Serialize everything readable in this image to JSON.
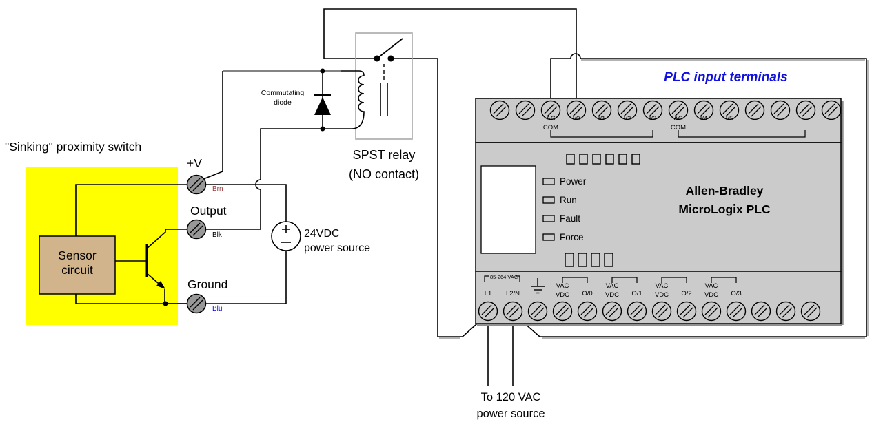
{
  "title": {
    "plc_input": "PLC input terminals"
  },
  "prox_switch": {
    "label": "\"Sinking\" proximity switch",
    "sensor": "Sensor\ncircuit",
    "terminals": [
      {
        "name": "+V",
        "wire": "Brn"
      },
      {
        "name": "Output",
        "wire": "Blk"
      },
      {
        "name": "Ground",
        "wire": "Blu"
      }
    ]
  },
  "components": {
    "diode_label": "Commutating\ndiode",
    "relay_label": "SPST relay\n(NO contact)",
    "dc_source_label": "24VDC\npower source",
    "ac_source_label": "To 120 VAC\npower source"
  },
  "plc": {
    "brand_line1": "Allen-Bradley",
    "brand_line2": "MicroLogix PLC",
    "status_leds": [
      "Power",
      "Run",
      "Fault",
      "Force"
    ],
    "top_terminal_labels": [
      "AC\nCOM",
      "I/0",
      "I/1",
      "I/2",
      "I/3",
      "AC\nCOM",
      "I/4",
      "I/5"
    ],
    "bottom_terminal_labels": [
      "L1",
      "L2/N",
      "VAC\nVDC",
      "O/0",
      "VAC\nVDC",
      "O/1",
      "VAC\nVDC",
      "O/2",
      "VAC\nVDC",
      "O/3"
    ],
    "power_rating": "85-264 VAC"
  },
  "colors": {
    "title_blue": "#1111DD",
    "wire_brown": "#9C3A3A",
    "wire_black": "#000000",
    "wire_blue": "#0000EE",
    "switch_body_yellow": "#FFFF00",
    "sensor_tan": "#D2B48C",
    "plc_gray": "#CBCBCB"
  }
}
